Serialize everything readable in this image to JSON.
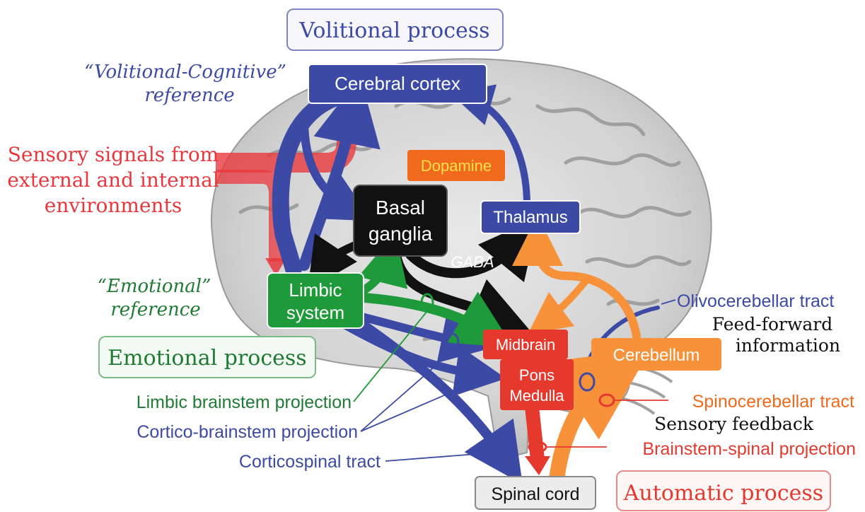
{
  "labels": {
    "volitional_process": "Volitional process",
    "volitional_ref_line1": "“Volitional-Cognitive”",
    "volitional_ref_line2": "reference",
    "cerebral_cortex": "Cerebral cortex",
    "sensory_line1": "Sensory signals from",
    "sensory_line2": "external and internal",
    "sensory_line3": "environments",
    "dopamine": "Dopamine",
    "basal_line1": "Basal",
    "basal_line2": "ganglia",
    "thalamus": "Thalamus",
    "gaba": "GABA",
    "emotional_ref_line1": "“Emotional”",
    "emotional_ref_line2": "reference",
    "limbic_line1": "Limbic",
    "limbic_line2": "system",
    "emotional_process": "Emotional process",
    "midbrain": "Midbrain",
    "pons": "Pons",
    "medulla": "Medulla",
    "cerebellum": "Cerebellum",
    "olivocerebellar": "Olivocerebellar tract",
    "feedforward_line1": "Feed-forward",
    "feedforward_line2": "information",
    "spinocerebellar": "Spinocerebellar tract",
    "sensory_feedback": "Sensory feedback",
    "brainstem_spinal": "Brainstem-spinal projection",
    "limbic_brainstem": "Limbic brainstem projection",
    "cortico_brainstem": "Cortico-brainstem projection",
    "corticospinal": "Corticospinal tract",
    "spinal_cord": "Spinal cord",
    "automatic_process": "Automatic process"
  },
  "colors": {
    "volitional": "#3c4aa6",
    "emotional": "#1f9a3a",
    "sensory": "#e8383d",
    "dopamine": "#f06a1e",
    "automatic": "#e6392e",
    "cerebellum": "#f7923a",
    "black": "#111111"
  }
}
